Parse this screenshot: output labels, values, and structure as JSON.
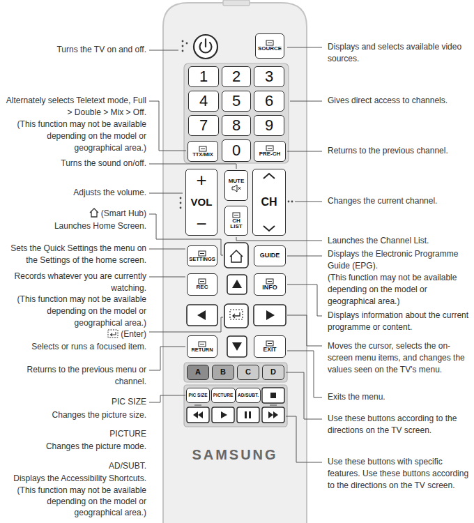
{
  "diagram": {
    "nodes": [
      {
        "text": [
          "SAMSUNG"
        ]
      },
      {
        "text": [
          "SOURCE"
        ],
        "in": 0
      },
      {
        "text": [
          "1"
        ],
        "in": 0
      },
      {
        "text": [
          "2"
        ],
        "in": 0
      },
      {
        "text": [
          "3"
        ],
        "in": 0
      },
      {
        "text": [
          "4"
        ],
        "in": 0
      },
      {
        "text": [
          "5"
        ],
        "in": 0
      },
      {
        "text": [
          "6"
        ],
        "in": 0
      },
      {
        "text": [
          "7"
        ],
        "in": 0
      },
      {
        "text": [
          "8"
        ],
        "in": 0
      },
      {
        "text": [
          "9"
        ],
        "in": 0
      },
      {
        "text": [
          "TTX/MIX"
        ],
        "in": 0
      },
      {
        "text": [
          "0"
        ],
        "in": 0
      },
      {
        "text": [
          "PRE-CH"
        ],
        "in": 0
      },
      {
        "text": [
          "MUTE"
        ],
        "in": 0
      },
      {
        "text": [
          "+",
          "VOL",
          "−"
        ],
        "in": 0
      },
      {
        "text": [
          "CH"
        ],
        "in": 0
      },
      {
        "text": [
          "CH LIST"
        ],
        "in": 0
      },
      {
        "text": [
          "SETTINGS"
        ],
        "in": 0
      },
      {
        "text": [
          "GUIDE"
        ],
        "in": 0
      },
      {
        "text": [
          "REC"
        ],
        "in": 0
      },
      {
        "text": [
          "INFO"
        ],
        "in": 0
      },
      {
        "text": [
          "RETURN"
        ],
        "in": 0
      },
      {
        "text": [
          "EXIT"
        ],
        "in": 0
      },
      {
        "text": [
          "A"
        ],
        "in": 0
      },
      {
        "text": [
          "B"
        ],
        "in": 0
      },
      {
        "text": [
          "C"
        ],
        "in": 0
      },
      {
        "text": [
          "D"
        ],
        "in": 0
      },
      {
        "text": [
          "PIC SIZE"
        ],
        "in": 0
      },
      {
        "text": [
          "PICTURE"
        ],
        "in": 0
      },
      {
        "text": [
          "AD/SUBT."
        ],
        "in": 0
      }
    ],
    "labels": [
      "Turns the TV on and off.",
      "Alternately selects Teletext mode, Full > Double > Mix > Off.",
      "(This function may not be available depending on the model or geographical area.)",
      "Turns the sound on/off.",
      "Adjusts the volume.",
      "(Smart Hub)",
      "Launches Home Screen.",
      "Sets the Quick Settings the menu on the Settings of the home screen.",
      "Records whatever you are currently watching.",
      "(This function may not be available depending on the model or geographical area.)",
      "(Enter)",
      "Selects or runs a focused item.",
      "Returns to the previous menu or channel.",
      "PIC SIZE",
      "Changes the picture size.",
      "PICTURE",
      "Changes the picture mode.",
      "AD/SUBT.",
      "Displays the Accessibility Shortcuts.",
      "(This function may not be available depending on the model or geographical area.)",
      "Displays and selects available video sources.",
      "Gives direct access to channels.",
      "Returns to the previous channel.",
      "Changes the current channel.",
      "Launches the Channel List.",
      "Displays the Electronic Programme Guide (EPG).",
      "(This function may not be available depending on the model or geographical area.)",
      "Displays information about the current programme or content.",
      "Moves the cursor, selects the on-screen menu items, and changes the values seen on the TV's menu.",
      "Exits the menu.",
      "Use these buttons according to the directions on the TV screen.",
      "Use these buttons with specific features. Use these buttons according to the directions on the TV screen."
    ]
  }
}
